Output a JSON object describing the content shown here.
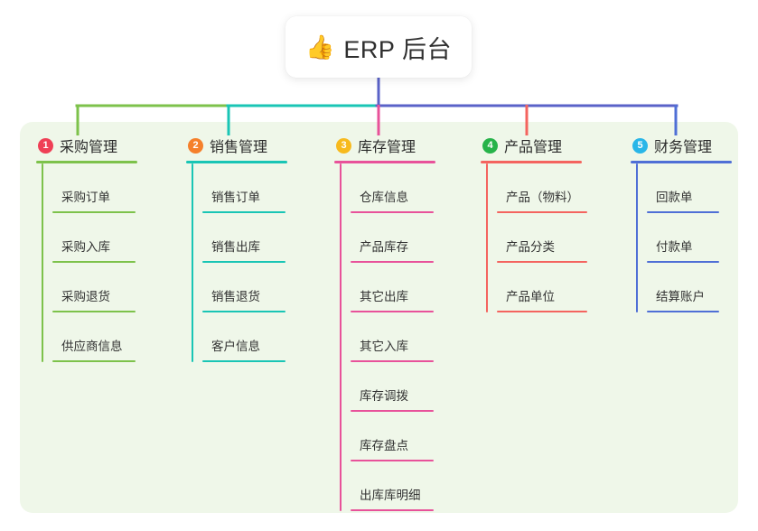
{
  "root": {
    "icon": "thumbs-up-icon",
    "emoji": "👍",
    "title": "ERP 后台"
  },
  "palette": {
    "panel_bg": "#eff7e9",
    "page_bg": "#ffffff",
    "trunk": "#5a62c8",
    "branch_green": "#7dc24b",
    "branch_teal": "#19c5b5",
    "branch_purple": "#5a62c8",
    "branch_pink": "#e8529a",
    "branch_red": "#f4645f",
    "branch_blue": "#4f6fd6"
  },
  "columns": [
    {
      "index": "1",
      "title": "采购管理",
      "badge_color": "#ef4056",
      "line_color": "#7dc24b",
      "connector_color": "#7dc24b",
      "items": [
        "采购订单",
        "采购入库",
        "采购退货",
        "供应商信息"
      ]
    },
    {
      "index": "2",
      "title": "销售管理",
      "badge_color": "#f5802b",
      "line_color": "#19c5b5",
      "connector_color": "#19c5b5",
      "items": [
        "销售订单",
        "销售出库",
        "销售退货",
        "客户信息"
      ]
    },
    {
      "index": "3",
      "title": "库存管理",
      "badge_color": "#f7ba1e",
      "line_color": "#e8529a",
      "connector_color": "#e8529a",
      "items": [
        "仓库信息",
        "产品库存",
        "其它出库",
        "其它入库",
        "库存调拨",
        "库存盘点",
        "出库库明细"
      ]
    },
    {
      "index": "4",
      "title": "产品管理",
      "badge_color": "#27b34a",
      "line_color": "#f4645f",
      "connector_color": "#f4645f",
      "items": [
        "产品（物料）",
        "产品分类",
        "产品单位"
      ]
    },
    {
      "index": "5",
      "title": "财务管理",
      "badge_color": "#29b6e8",
      "line_color": "#4f6fd6",
      "connector_color": "#4f6fd6",
      "items": [
        "回款单",
        "付款单",
        "结算账户"
      ]
    }
  ]
}
